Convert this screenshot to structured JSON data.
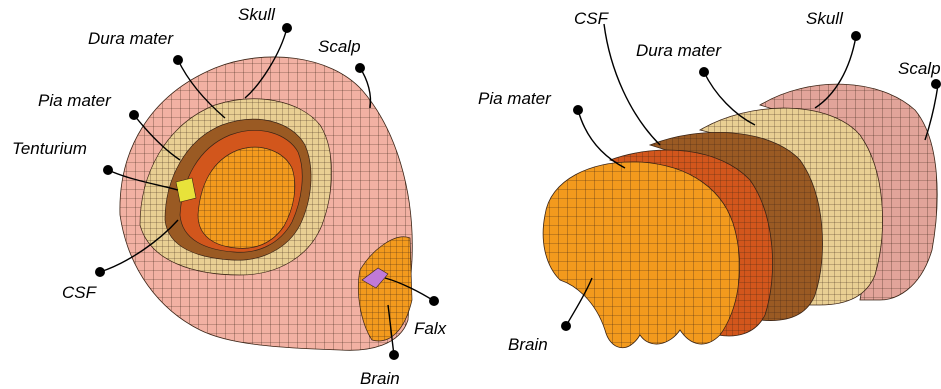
{
  "left_model": {
    "labels": {
      "skull": "Skull",
      "dura_mater": "Dura mater",
      "scalp": "Scalp",
      "pia_mater": "Pia mater",
      "tenturium": "Tenturium",
      "csf": "CSF",
      "falx": "Falx",
      "brain": "Brain"
    }
  },
  "right_model": {
    "labels": {
      "csf": "CSF",
      "skull": "Skull",
      "dura_mater": "Dura mater",
      "scalp": "Scalp",
      "pia_mater": "Pia mater",
      "brain": "Brain"
    }
  },
  "colors": {
    "scalp": "#f2b1a3",
    "skull": "#e9cf93",
    "dura": "#9a5a23",
    "csf": "#d2561c",
    "pia": "#c98a2b",
    "brain": "#f39a1d",
    "tenturium": "#e8e23a",
    "falx": "#c07ad8",
    "mesh_line": "#3a2416"
  }
}
